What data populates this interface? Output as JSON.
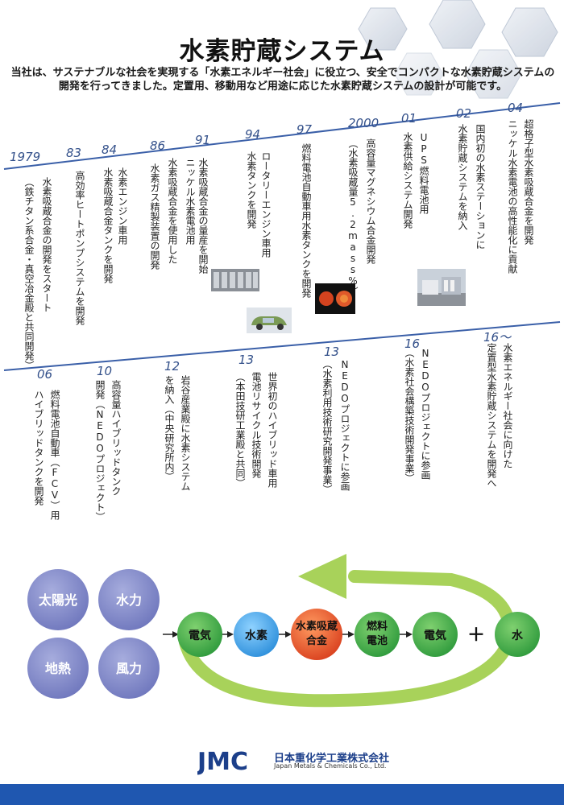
{
  "header": {
    "title": "水素貯蔵システム",
    "intro_line1": "当社は、サステナブルな社会を実現する「水素エネルギー社会」に役立つ、安全でコンパクトな水素貯蔵システムの",
    "intro_line2": "開発を行ってきました。定置用、移動用など用途に応じた水素貯蔵システムの設計が可能です。"
  },
  "timeline_upper": [
    {
      "year": "1979",
      "lines": [
        "水素吸蔵合金の開発をスタート",
        "（鉄チタン系合金・真空冶金殿と共同開発）"
      ]
    },
    {
      "year": "83",
      "lines": [
        "高効率ヒートポンプシステムを開発"
      ]
    },
    {
      "year": "84",
      "lines": [
        "水素エンジン車用",
        "水素吸蔵合金タンクを開発"
      ]
    },
    {
      "year": "86",
      "lines": [
        "水素ガス精製装置の開発"
      ]
    },
    {
      "year": "91",
      "lines": [
        "水素吸蔵合金を使用した",
        "ニッケル水素電池用",
        "水素吸蔵合金の量産を開始"
      ]
    },
    {
      "year": "94",
      "lines": [
        "ロータリーエンジン車用",
        "水素タンクを開発"
      ]
    },
    {
      "year": "97",
      "lines": [
        "燃料電池自動車用水素タンクを開発"
      ]
    },
    {
      "year": "2000",
      "lines": [
        "高容量マグネシウム合金開発",
        "（水素吸蔵量5.2mass%）"
      ]
    },
    {
      "year": "01",
      "lines": [
        "UPS燃料電池用",
        "水素供給システム開発"
      ]
    },
    {
      "year": "02",
      "lines": [
        "国内初の水素ステーションに",
        "水素貯蔵システムを納入"
      ]
    },
    {
      "year": "04",
      "lines": [
        "超格子型水素吸蔵合金を開発",
        "ニッケル水素電池の高性能化に貢献"
      ]
    }
  ],
  "timeline_lower": [
    {
      "year": "06",
      "lines": [
        "燃料電池自動車（FCV）用",
        "ハイブリッドタンクを開発"
      ]
    },
    {
      "year": "10",
      "lines": [
        "高容量ハイブリッドタンク",
        "開発（NEDOプロジェクト）"
      ]
    },
    {
      "year": "12",
      "lines": [
        "岩谷産業殿に水素システム",
        "を納入（中央研究所内）"
      ]
    },
    {
      "year": "13",
      "lines": [
        "世界初のハイブリッド車用",
        "電池リサイクル技術開発",
        "（本田技研工業殿と共同）"
      ]
    },
    {
      "year": "13",
      "lines": [
        "NEDOプロジェクトに参画",
        "（水素利用技術研究開発事業）"
      ]
    },
    {
      "year": "16",
      "lines": [
        "NEDOプロジェクトに参画",
        "（水素社会構築技術開発事業）"
      ]
    },
    {
      "year": "16～",
      "lines": [
        "水素エネルギー社会に向けた",
        "定置型水素貯蔵システムを開発へ"
      ]
    }
  ],
  "flow": {
    "sources": [
      "太陽光",
      "水力",
      "地熱",
      "風力"
    ],
    "nodes": [
      "電気",
      "水素",
      "水素吸蔵合金",
      "燃料電池",
      "電気",
      "水"
    ],
    "alloy_line1": "水素吸蔵",
    "alloy_line2": "合金",
    "fc_line1": "燃料",
    "fc_line2": "電池",
    "plus": "＋"
  },
  "footer": {
    "logo_mark": "JMC",
    "company_jp": "日本重化学工業株式会社",
    "company_en": "Japan Metals & Chemicals Co., Ltd."
  },
  "colors": {
    "year": "#33508a",
    "timeline_line": "#3a5fa8",
    "source_circle": "#7f86c9",
    "node_green": "#3aa84a",
    "node_blue": "#3c9ee0",
    "node_orange": "#e2502a",
    "arrow_green": "#a8d25a",
    "bottom_bar": "#1f57b0"
  }
}
